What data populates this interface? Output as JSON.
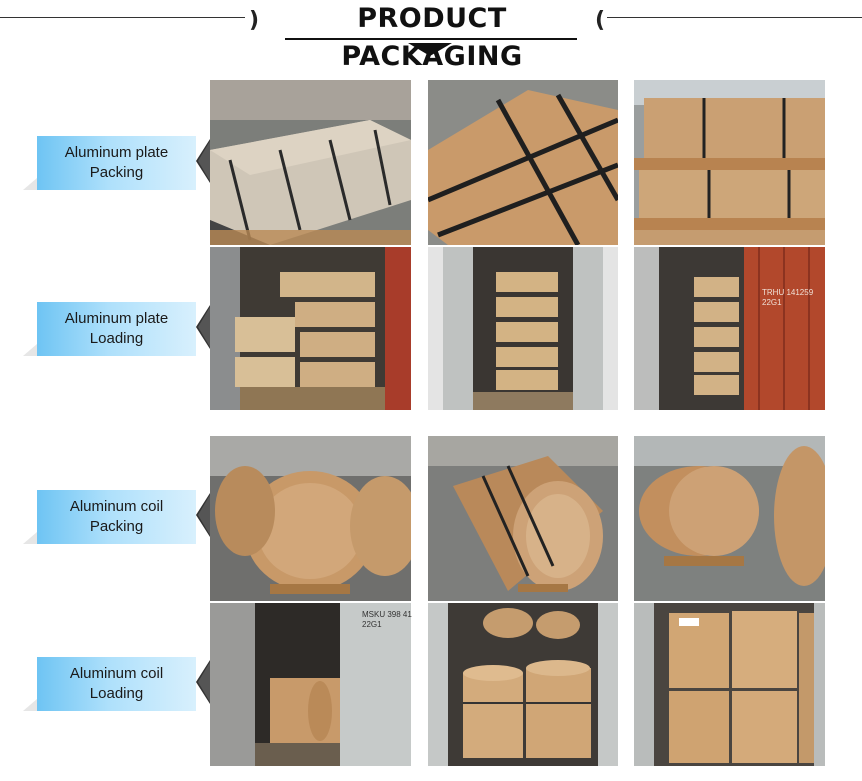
{
  "header": {
    "title": "PRODUCT PACKAGING",
    "left_bracket": ")",
    "right_bracket": "("
  },
  "rows": [
    {
      "label": "Aluminum plate\nPacking"
    },
    {
      "label": "Aluminum plate\nLoading"
    },
    {
      "label": "Aluminum coil\nPacking"
    },
    {
      "label": "Aluminum coil\nLoading"
    }
  ],
  "container_marks": {
    "plate_loading_3": "TRHU 141259\n22G1",
    "coil_loading_1": "MSKU 398 41\n22G1"
  },
  "colors": {
    "label_gradient_start": "#6ec4f3",
    "label_gradient_end": "#d8f0fd",
    "cardboard": "#c99a6a",
    "container_red": "#b2482c"
  }
}
